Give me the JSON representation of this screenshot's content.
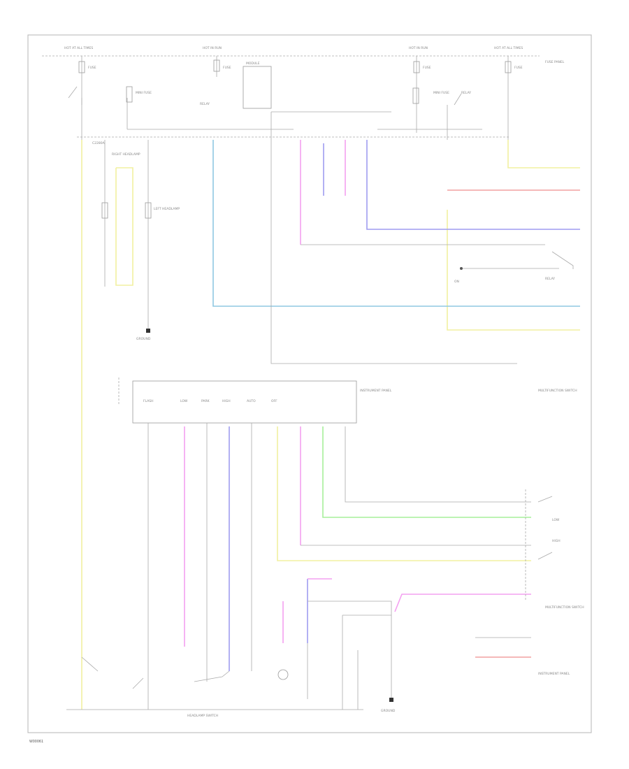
{
  "diagram": {
    "fig_code": "W00061",
    "labels": {
      "hot_at_all_times_1": "HOT AT ALL TIMES",
      "hot_in_run_1": "HOT IN RUN",
      "hot_in_run_2": "HOT IN RUN",
      "hot_at_all_times_2": "HOT AT ALL TIMES",
      "fuse_panel": "FUSE PANEL",
      "fuse_a": "FUSE",
      "fuse_b": "FUSE",
      "fuse_c": "FUSE",
      "fuse_d": "FUSE",
      "mini_fuse_a": "MINI FUSE",
      "mini_fuse_b": "MINI FUSE",
      "relay_a": "RELAY",
      "relay_b": "RELAY",
      "relay_c": "RELAY",
      "module": "MODULE",
      "connector": "C2280A",
      "right_headlamp": "RIGHT HEADLAMP",
      "left_headlamp": "LEFT HEADLAMP",
      "headlamp_switch": "HEADLAMP SWITCH",
      "instrument_panel": "INSTRUMENT PANEL",
      "multifunction_switch": "MULTIFUNCTION SWITCH",
      "ground": "GROUND",
      "low": "LOW",
      "high": "HIGH",
      "auto": "AUTO",
      "off": "OFF",
      "park": "PARK",
      "flash": "FLASH",
      "on": "ON"
    },
    "wire_colors": {
      "yellow": "#f2f0a0",
      "pink": "#f4a0f0",
      "purple": "#9f9cf0",
      "blue": "#8fc8e2",
      "green": "#a6ef9a",
      "red": "#f2a0a0",
      "gray": "#bdbdbd"
    }
  }
}
